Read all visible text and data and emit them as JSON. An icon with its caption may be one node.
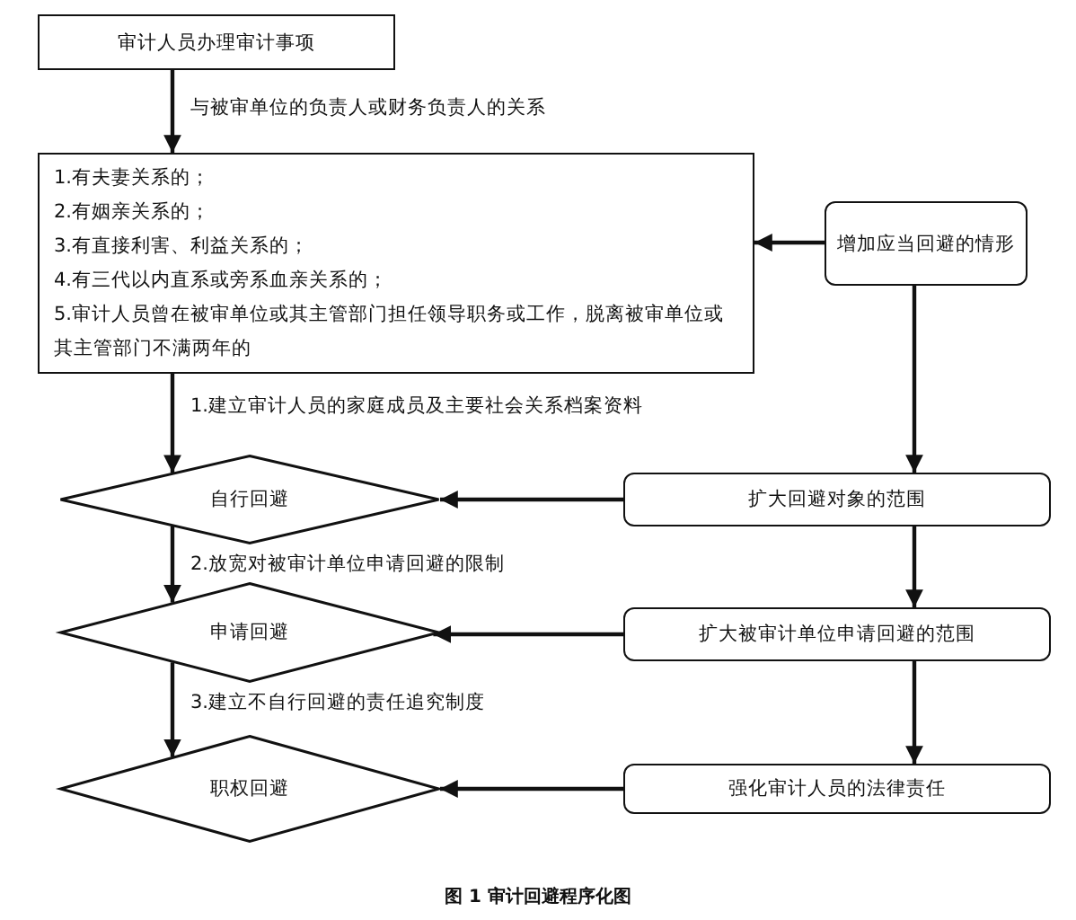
{
  "diagram": {
    "caption": "图 1 审计回避程序化图",
    "nodes": [
      {
        "text": [
          "审计人员办理审计事项"
        ]
      },
      {
        "text": [
          "1.有夫妻关系的；",
          "2.有姻亲关系的；",
          "3.有直接利害、利益关系的；",
          "4.有三代以内直系或旁系血亲关系的；",
          "5.审计人员曾在被审单位或其主管部门担任领导职务或工作，脱离被审单位或其主管部门不满两年的"
        ]
      },
      {
        "text": [
          "增加应当回避的情形"
        ]
      },
      {
        "text": [
          "自行回避"
        ]
      },
      {
        "text": [
          "扩大回避对象的范围"
        ]
      },
      {
        "text": [
          "申请回避"
        ]
      },
      {
        "text": [
          "扩大被审计单位申请回避的范围"
        ]
      },
      {
        "text": [
          "职权回避"
        ]
      },
      {
        "text": [
          "强化审计人员的法律责任"
        ]
      }
    ],
    "edges": [
      {
        "from": 0,
        "to": 1,
        "arrow": "to",
        "label": "与被审单位的负责人或财务负责人的关系"
      },
      {
        "from": 2,
        "to": 1,
        "arrow": "to"
      },
      {
        "from": 1,
        "to": 3,
        "arrow": "to",
        "label": "1.建立审计人员的家庭成员及主要社会关系档案资料"
      },
      {
        "from": 2,
        "to": 4,
        "arrow": "to"
      },
      {
        "from": 4,
        "to": 3,
        "arrow": "to"
      },
      {
        "from": 3,
        "to": 5,
        "arrow": "to",
        "label": "2.放宽对被审计单位申请回避的限制"
      },
      {
        "from": 4,
        "to": 6,
        "arrow": "to"
      },
      {
        "from": 6,
        "to": 5,
        "arrow": "to"
      },
      {
        "from": 5,
        "to": 7,
        "arrow": "to",
        "label": "3.建立不自行回避的责任追究制度"
      },
      {
        "from": 6,
        "to": 8,
        "arrow": "to"
      },
      {
        "from": 8,
        "to": 7,
        "arrow": "to"
      }
    ]
  }
}
